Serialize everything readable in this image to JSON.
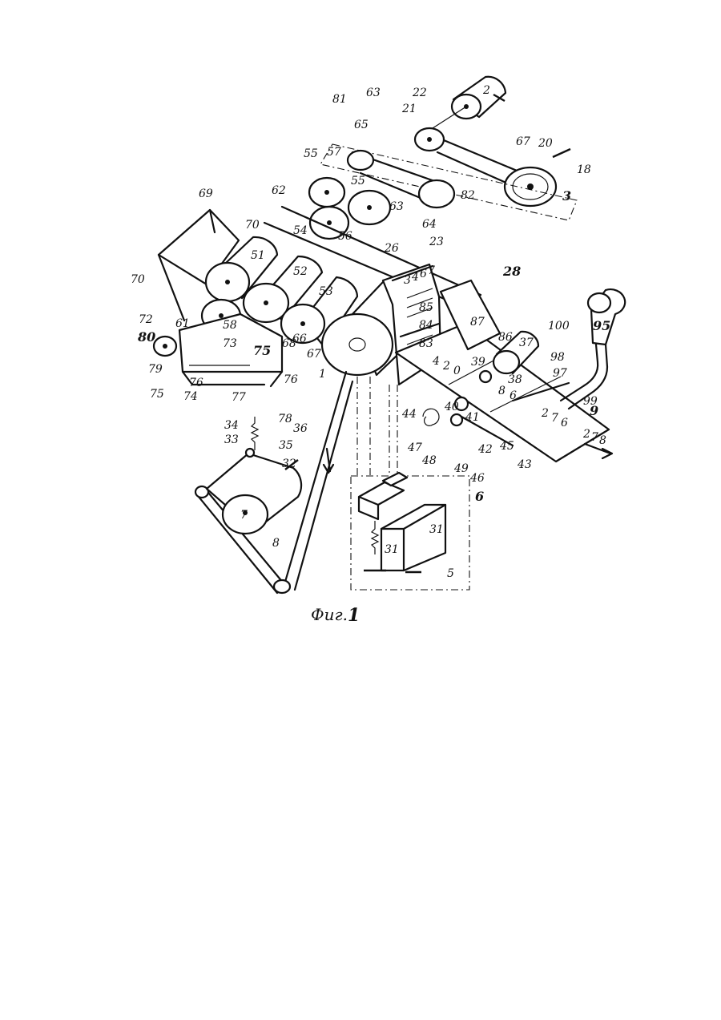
{
  "figure": {
    "caption_text": "Фиг.",
    "caption_number": "1",
    "labels": [
      {
        "id": "81",
        "text": "81"
      },
      {
        "id": "63a",
        "text": "63"
      },
      {
        "id": "22",
        "text": "22"
      },
      {
        "id": "2",
        "text": "2"
      },
      {
        "id": "21",
        "text": "21"
      },
      {
        "id": "65",
        "text": "65"
      },
      {
        "id": "67a",
        "text": "67"
      },
      {
        "id": "20",
        "text": "20"
      },
      {
        "id": "18",
        "text": "18"
      },
      {
        "id": "57",
        "text": "57"
      },
      {
        "id": "55a",
        "text": "55"
      },
      {
        "id": "55b",
        "text": "55"
      },
      {
        "id": "3",
        "text": "3"
      },
      {
        "id": "82",
        "text": "82"
      },
      {
        "id": "62",
        "text": "62"
      },
      {
        "id": "63b",
        "text": "63"
      },
      {
        "id": "69",
        "text": "69"
      },
      {
        "id": "70a",
        "text": "70"
      },
      {
        "id": "54",
        "text": "54"
      },
      {
        "id": "56a",
        "text": "56"
      },
      {
        "id": "64",
        "text": "64"
      },
      {
        "id": "26",
        "text": "26"
      },
      {
        "id": "23",
        "text": "23"
      },
      {
        "id": "28",
        "text": "28"
      },
      {
        "id": "51",
        "text": "51"
      },
      {
        "id": "52",
        "text": "52"
      },
      {
        "id": "53",
        "text": "53"
      },
      {
        "id": "70b",
        "text": "70"
      },
      {
        "id": "72",
        "text": "72"
      },
      {
        "id": "61",
        "text": "61"
      },
      {
        "id": "58",
        "text": "58"
      },
      {
        "id": "73",
        "text": "73"
      },
      {
        "id": "75a",
        "text": "75"
      },
      {
        "id": "68",
        "text": "68"
      },
      {
        "id": "66",
        "text": "66"
      },
      {
        "id": "67b",
        "text": "67"
      },
      {
        "id": "1",
        "text": "1"
      },
      {
        "id": "85",
        "text": "85"
      },
      {
        "id": "84",
        "text": "84"
      },
      {
        "id": "83",
        "text": "83"
      },
      {
        "id": "87",
        "text": "87"
      },
      {
        "id": "86",
        "text": "86"
      },
      {
        "id": "95",
        "text": "95"
      },
      {
        "id": "100",
        "text": "100"
      },
      {
        "id": "37",
        "text": "37"
      },
      {
        "id": "80",
        "text": "80"
      },
      {
        "id": "79",
        "text": "79"
      },
      {
        "id": "75b",
        "text": "75"
      },
      {
        "id": "74",
        "text": "74"
      },
      {
        "id": "76a",
        "text": "76"
      },
      {
        "id": "76b",
        "text": "76"
      },
      {
        "id": "77",
        "text": "77"
      },
      {
        "id": "78",
        "text": "78"
      },
      {
        "id": "39",
        "text": "39"
      },
      {
        "id": "38",
        "text": "38"
      },
      {
        "id": "98",
        "text": "98"
      },
      {
        "id": "97",
        "text": "97"
      },
      {
        "id": "99",
        "text": "99"
      },
      {
        "id": "9",
        "text": "9"
      },
      {
        "id": "40",
        "text": "40"
      },
      {
        "id": "44",
        "text": "44"
      },
      {
        "id": "41",
        "text": "41"
      },
      {
        "id": "42",
        "text": "42"
      },
      {
        "id": "45",
        "text": "45"
      },
      {
        "id": "43",
        "text": "43"
      },
      {
        "id": "47",
        "text": "47"
      },
      {
        "id": "48",
        "text": "48"
      },
      {
        "id": "49",
        "text": "49"
      },
      {
        "id": "46",
        "text": "46"
      },
      {
        "id": "34",
        "text": "34"
      },
      {
        "id": "33",
        "text": "33"
      },
      {
        "id": "36",
        "text": "36"
      },
      {
        "id": "35",
        "text": "35"
      },
      {
        "id": "32",
        "text": "32"
      },
      {
        "id": "6",
        "text": "6"
      },
      {
        "id": "7",
        "text": "7"
      },
      {
        "id": "31a",
        "text": "31"
      },
      {
        "id": "31b",
        "text": "31"
      },
      {
        "id": "8",
        "text": "8"
      },
      {
        "id": "5",
        "text": "5"
      }
    ],
    "drum_digits": [
      "3",
      "4",
      "6",
      "7"
    ],
    "strip_digits": [
      "4",
      "2",
      "0",
      "8",
      "6"
    ],
    "strip_digits_2": [
      "2",
      "7",
      "6"
    ],
    "strip_digits_3": [
      "2",
      "7",
      "8"
    ]
  }
}
